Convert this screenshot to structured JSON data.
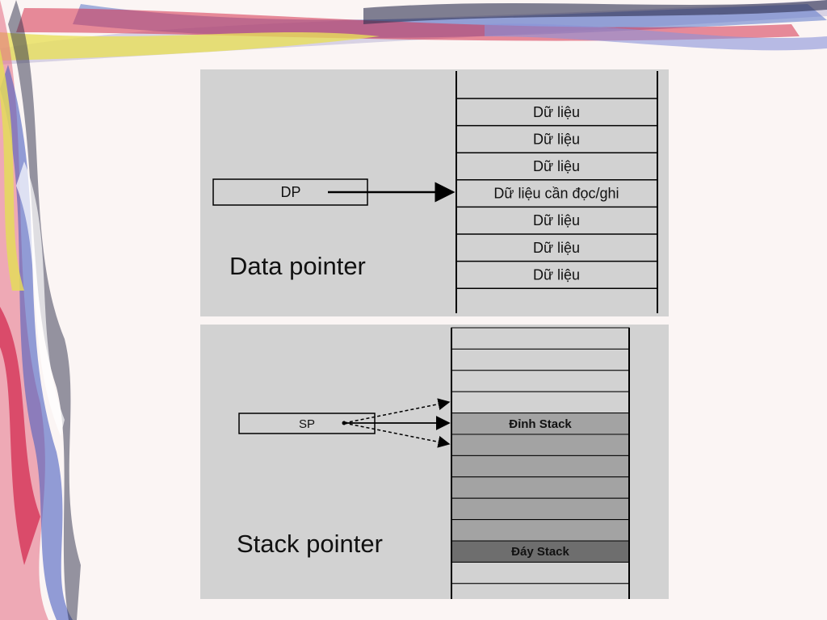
{
  "data_pointer_diagram": {
    "pointer_label": "DP",
    "caption": "Data pointer",
    "cells": [
      "",
      "Dữ liệu",
      "Dữ liệu",
      "Dữ liệu",
      "Dữ liệu cần đọc/ghi",
      "Dữ liệu",
      "Dữ liệu",
      "Dữ liệu",
      ""
    ],
    "target_cell_index": 4
  },
  "stack_pointer_diagram": {
    "pointer_label": "SP",
    "caption": "Stack pointer",
    "cells": [
      "",
      "",
      "",
      "",
      "Đỉnh Stack",
      "",
      "",
      "",
      "",
      "",
      "Đáy Stack",
      "",
      ""
    ],
    "top_label": "Đỉnh Stack",
    "bottom_label": "Đáy Stack"
  },
  "colors": {
    "panel_background": "#d2d2d2",
    "stack_fill": "#a3a3a3",
    "stack_bottom_fill": "#6e6e6e",
    "empty_cell": "#d2d2d2",
    "arrow": "#000000"
  }
}
